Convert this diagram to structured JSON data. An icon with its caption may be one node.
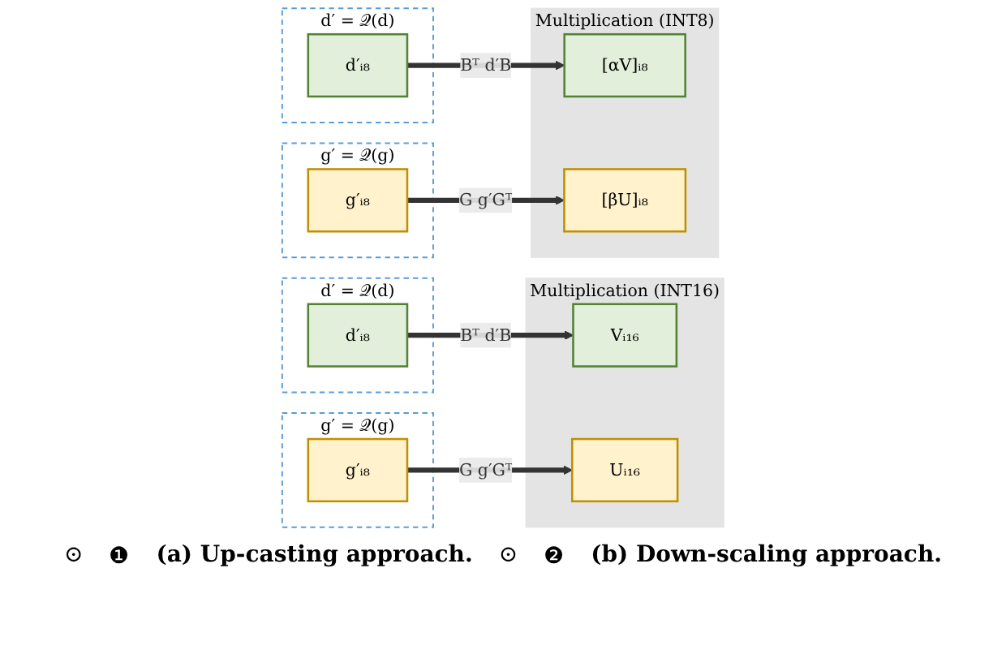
{
  "diagram": {
    "nodes": [
      {
        "text": [
          "d′ = 𝒬(d)"
        ]
      },
      {
        "text": [
          "d′ᵢ₈"
        ],
        "in": 0
      },
      {
        "text": [
          "Multiplication (INT16)"
        ]
      },
      {
        "text": [
          "Vᵢ₁₆"
        ],
        "in": 2
      },
      {
        "text": [
          "Uᵢ₁₆"
        ],
        "in": 2
      },
      {
        "text": [
          "g′ = 𝒬(g)"
        ]
      },
      {
        "text": [
          "g′ᵢ₈"
        ],
        "in": 5
      },
      {
        "text": [
          "d′ = 𝒬(d)"
        ]
      },
      {
        "text": [
          "d′ᵢ₈"
        ],
        "in": 7
      },
      {
        "text": [
          "Multiplication (INT8)"
        ]
      },
      {
        "text": [
          "[αV]ᵢ₈"
        ],
        "in": 9
      },
      {
        "text": [
          "[βU]ᵢ₈"
        ],
        "in": 9
      },
      {
        "text": [
          "g′ = 𝒬(g)"
        ]
      },
      {
        "text": [
          "g′ᵢ₈"
        ],
        "in": 12
      }
    ],
    "edges": [
      {
        "from": 1,
        "to": 3,
        "arrow": "to",
        "label": "Bᵀ d′B"
      },
      {
        "from": 6,
        "to": 4,
        "arrow": "to",
        "label": "G g′Gᵀ"
      },
      {
        "from": 8,
        "to": 10,
        "arrow": "to",
        "label": "Bᵀ d′B"
      },
      {
        "from": 13,
        "to": 11,
        "arrow": "to",
        "label": "G g′Gᵀ"
      }
    ],
    "labels": [
      "⊙",
      "❶",
      "(a) Up-casting approach.",
      "⊙",
      "❷",
      "(b) Down-scaling approach."
    ]
  }
}
